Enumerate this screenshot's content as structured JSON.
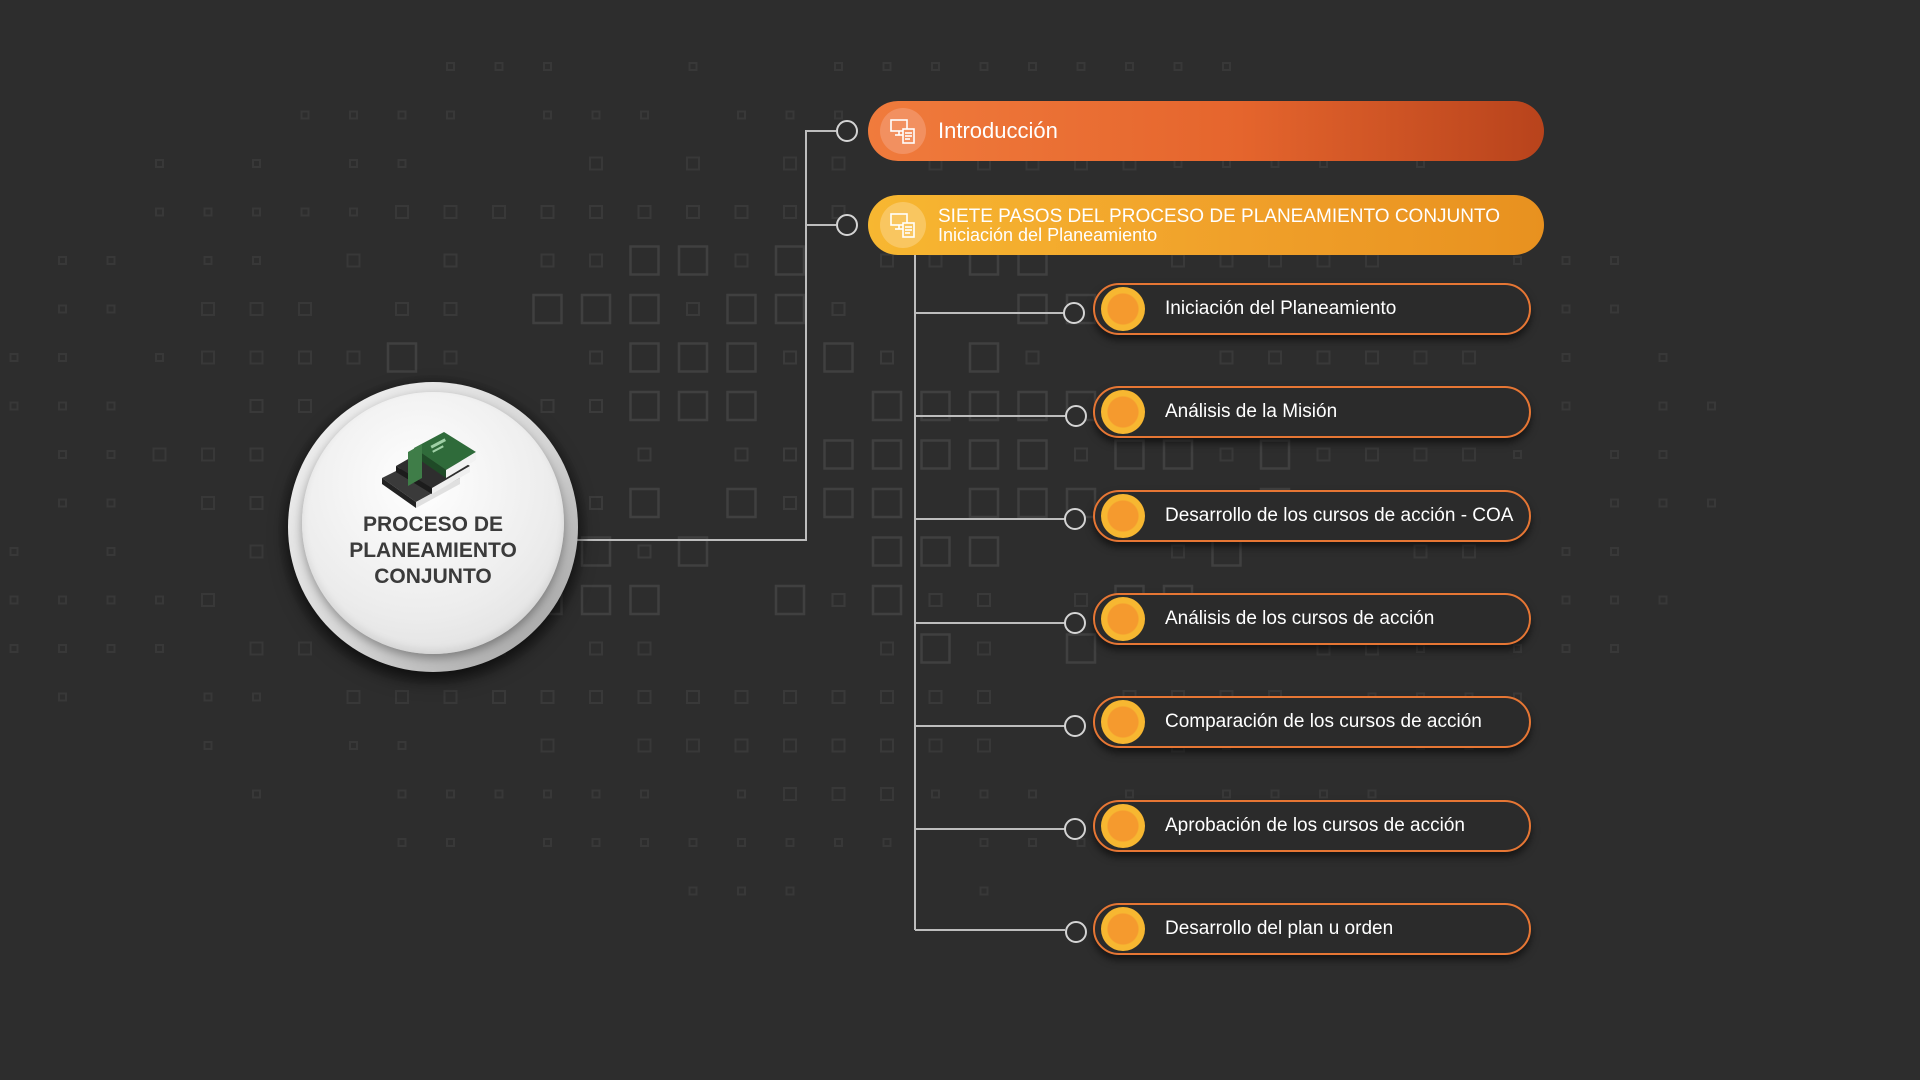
{
  "hub": {
    "title": "PROCESO DE\nPLANEAMIENTO\nCONJUNTO",
    "icon": "books-icon"
  },
  "intro": {
    "label": "Introducción",
    "icon": "monitor-document-icon"
  },
  "steps_header": {
    "title": "SIETE PASOS DEL PROCESO DE PLANEAMIENTO CONJUNTO",
    "subtitle": "Iniciación del Planeamiento",
    "icon": "monitor-document-icon"
  },
  "steps": [
    {
      "label": "Iniciación del Planeamiento"
    },
    {
      "label": "Análisis de la Misión"
    },
    {
      "label": "Desarrollo de los cursos de acción - COA"
    },
    {
      "label": "Análisis de los cursos de acción"
    },
    {
      "label": "Comparación de los cursos de acción"
    },
    {
      "label": "Aprobación de los cursos de acción"
    },
    {
      "label": "Desarrollo del plan u orden"
    }
  ],
  "colors": {
    "background": "#2d2d2d",
    "intro_bar": "#e5652d",
    "steps_bar": "#f0a02a",
    "pill_border": "#e67634",
    "dot": "#f59a2e",
    "connector": "#bdbdbd"
  }
}
